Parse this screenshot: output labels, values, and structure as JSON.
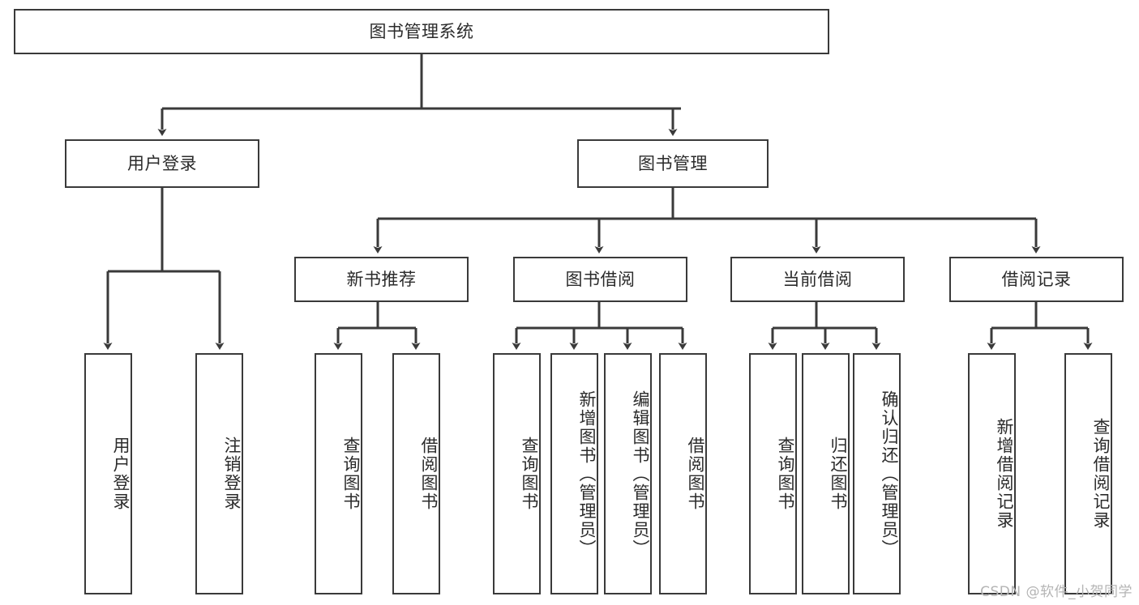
{
  "diagram": {
    "type": "tree",
    "title": "图书管理系统",
    "stroke_color": "#3a3a3a",
    "background_color": "#ffffff",
    "text_color": "#2b2b2b",
    "watermark": "CSDN @软件_小贺同学",
    "nodes": {
      "root": "图书管理系统",
      "user_login": "用户登录",
      "book_manage": "图书管理",
      "new_book_rec": "新书推荐",
      "book_borrow": "图书借阅",
      "current_borrow": "当前借阅",
      "borrow_record": "借阅记录",
      "leaf_user_login": "用户登录",
      "leaf_logout_login": "注销登录",
      "leaf_query_book_1": "查询图书",
      "leaf_borrow_book_1": "借阅图书",
      "leaf_query_book_2": "查询图书",
      "leaf_add_book_admin": "新增图书（管理员）",
      "leaf_edit_book_admin": "编辑图书（管理员）",
      "leaf_borrow_book_2": "借阅图书",
      "leaf_query_book_3": "查询图书",
      "leaf_return_book": "归还图书",
      "leaf_confirm_return_admin": "确认归还（管理员）",
      "leaf_add_borrow_record": "新增借阅记录",
      "leaf_query_borrow_record": "查询借阅记录"
    }
  }
}
